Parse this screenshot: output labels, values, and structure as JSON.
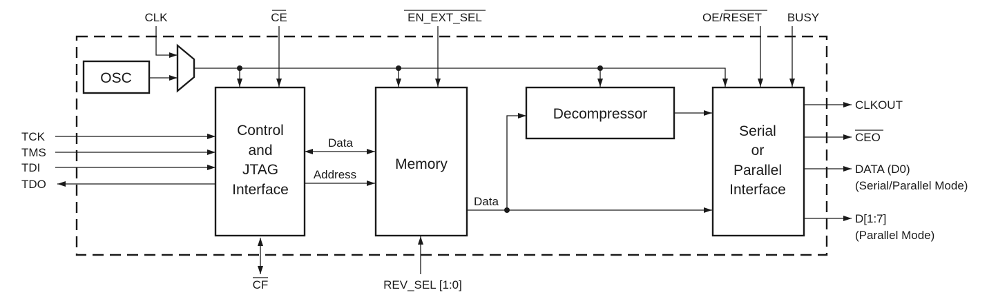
{
  "blocks": {
    "osc": "OSC",
    "control": [
      "Control",
      "and",
      "JTAG",
      "Interface"
    ],
    "memory": "Memory",
    "decompressor": "Decompressor",
    "serial": [
      "Serial",
      "or",
      "Parallel",
      "Interface"
    ]
  },
  "signals": {
    "clk": "CLK",
    "ce": "CE",
    "en_ext_sel": "EN_EXT_SEL",
    "oe_reset_oe": "OE/",
    "oe_reset_reset": "RESET",
    "busy": "BUSY",
    "tck": "TCK",
    "tms": "TMS",
    "tdi": "TDI",
    "tdo": "TDO",
    "cf": "CF",
    "rev_sel": "REV_SEL [1:0]",
    "clkout": "CLKOUT",
    "ceo": "CEO",
    "data_d0": "DATA (D0)",
    "data_d0_mode": "(Serial/Parallel Mode)",
    "d17": "D[1:7]",
    "d17_mode": "(Parallel Mode)"
  },
  "bus_labels": {
    "data_ctrl_mem": "Data",
    "address": "Address",
    "data_mem_out": "Data"
  }
}
